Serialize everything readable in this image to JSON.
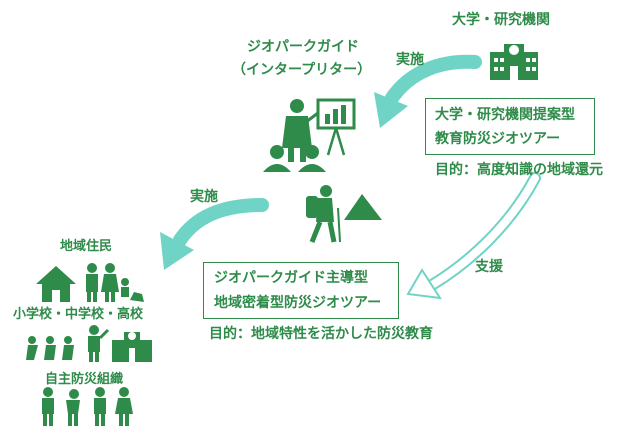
{
  "university": {
    "title": "大学・研究機関"
  },
  "guide": {
    "title": "ジオパークガイド",
    "subtitle": "（インタープリター）"
  },
  "arrows": {
    "implement_top": "実施",
    "implement_left": "実施",
    "support": "支援"
  },
  "university_tour": {
    "line1": "大学・研究機関提案型",
    "line2": "教育防災ジオツアー",
    "purpose": "目的：高度知識の地域還元"
  },
  "local_tour": {
    "line1": "ジオパークガイド主導型",
    "line2": "地域密着型防災ジオツアー",
    "purpose": "目的：地域特性を活かした防災教育"
  },
  "community": {
    "residents": "地域住民",
    "schools": "小学校・中学校・高校",
    "disaster_org": "自主防災組織"
  },
  "colors": {
    "green": "#2e8b4a",
    "teal": "#6fd3c6"
  }
}
